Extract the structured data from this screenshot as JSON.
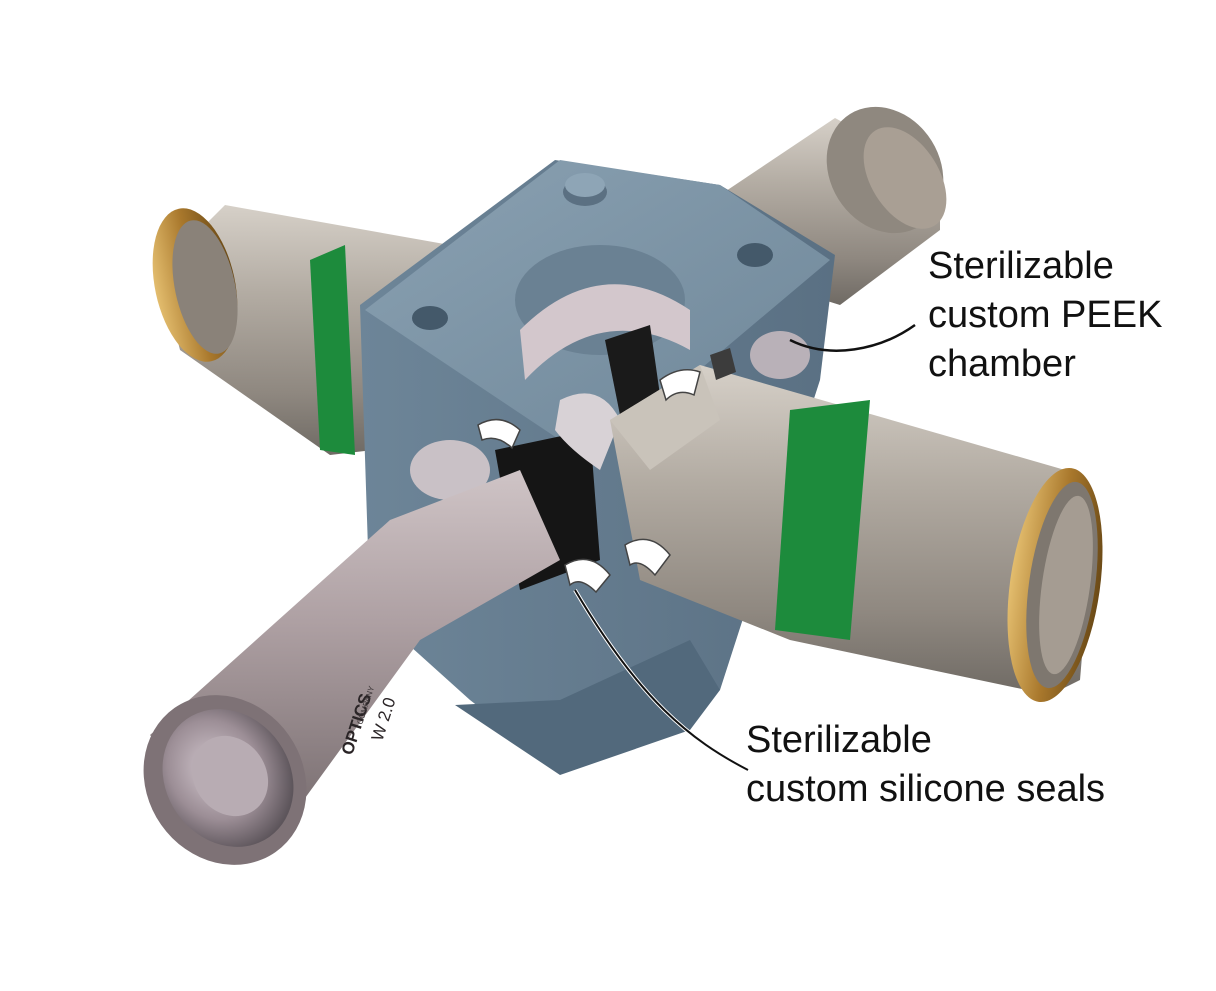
{
  "callouts": {
    "chamber": {
      "line1": "Sterilizable",
      "line2": "custom PEEK",
      "line3": "chamber"
    },
    "seals": {
      "line1": "Sterilizable",
      "line2": "custom silicone seals"
    }
  },
  "objective_engraving": {
    "brand": "OPTICS",
    "spec": "W 2.0",
    "maker": "COMPANY"
  },
  "colors": {
    "chamber": "#7c93a4",
    "objective_barrel": "#a59e94",
    "green_band": "#1d8b3c",
    "brass_thread": "#b88a3e",
    "black_tip": "#151515",
    "leader_line": "#111111"
  },
  "icons": [
    "peek-chamber",
    "objective-lens",
    "silicone-seal",
    "leader-line"
  ]
}
